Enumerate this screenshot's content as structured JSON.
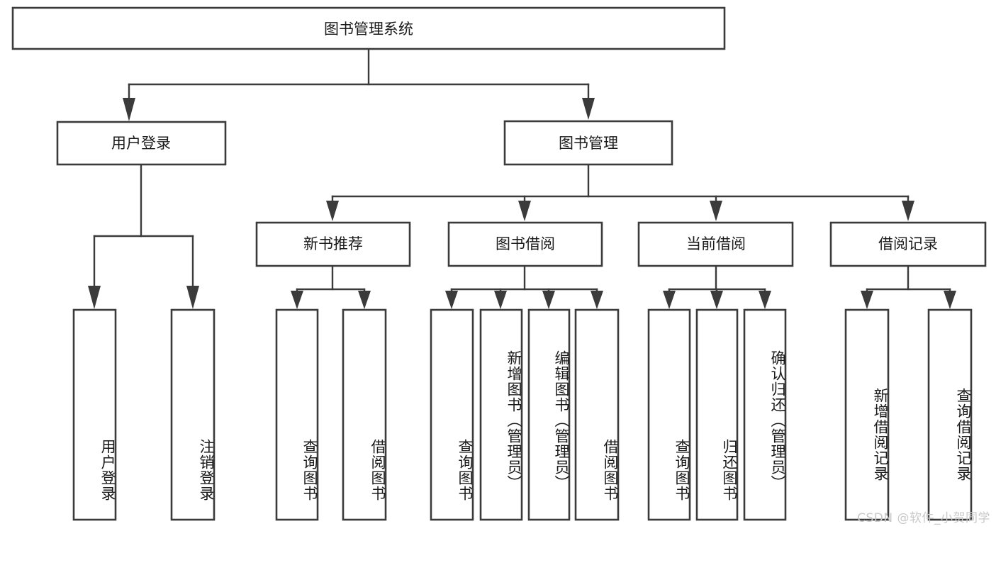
{
  "diagram": {
    "title": "图书管理系统",
    "type": "tree",
    "watermark": "CSDN @软件_小贺同学",
    "colors": {
      "box_stroke": "#3b3b3b",
      "box_fill": "#ffffff",
      "connector": "#3b3b3b",
      "text": "#1a1a1a",
      "watermark": "#c9c9c9",
      "background": "#ffffff"
    },
    "root": {
      "label": "图书管理系统"
    },
    "level2": [
      {
        "label": "用户登录"
      },
      {
        "label": "图书管理"
      }
    ],
    "level3": [
      {
        "label": "新书推荐"
      },
      {
        "label": "图书借阅"
      },
      {
        "label": "当前借阅"
      },
      {
        "label": "借阅记录"
      }
    ],
    "leaves": {
      "user_login": [
        {
          "label": "用户登录"
        },
        {
          "label": "注销登录"
        }
      ],
      "new_book_recommend": [
        {
          "label": "查询图书"
        },
        {
          "label": "借阅图书"
        }
      ],
      "book_borrow": [
        {
          "label": "查询图书"
        },
        {
          "label": "新增图书（管理员）"
        },
        {
          "label": "编辑图书（管理员）"
        },
        {
          "label": "借阅图书"
        }
      ],
      "current_borrow": [
        {
          "label": "查询图书"
        },
        {
          "label": "归还图书"
        },
        {
          "label": "确认归还（管理员）"
        }
      ],
      "borrow_record": [
        {
          "label": "新增借阅记录"
        },
        {
          "label": "查询借阅记录"
        }
      ]
    }
  }
}
